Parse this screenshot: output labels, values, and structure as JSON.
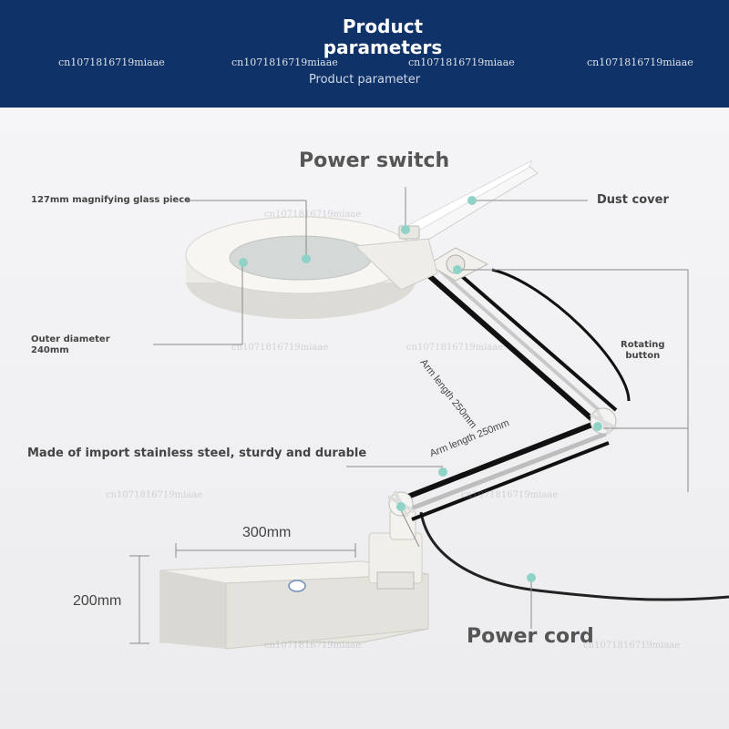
{
  "header": {
    "title_line1": "Product",
    "title_line2": "parameters",
    "subtitle": "Product parameter",
    "watermark": "cn1071816719miaae"
  },
  "labels": {
    "power_switch": "Power switch",
    "glass_piece": "127mm magnifying glass piece",
    "dust_cover": "Dust cover",
    "outer_diameter_line1": "Outer diameter",
    "outer_diameter_line2": "240mm",
    "rotating_line1": "Rotating",
    "rotating_line2": "button",
    "arm_length_upper": "Arm length 250mm",
    "arm_length_lower": "Arm length 250mm",
    "steel": "Made of import stainless steel, sturdy and durable",
    "width_dim": "300mm",
    "height_dim": "200mm",
    "power_cord": "Power cord"
  },
  "colors": {
    "header_bg": "#0f3268",
    "marker": "#8fd3c8"
  }
}
